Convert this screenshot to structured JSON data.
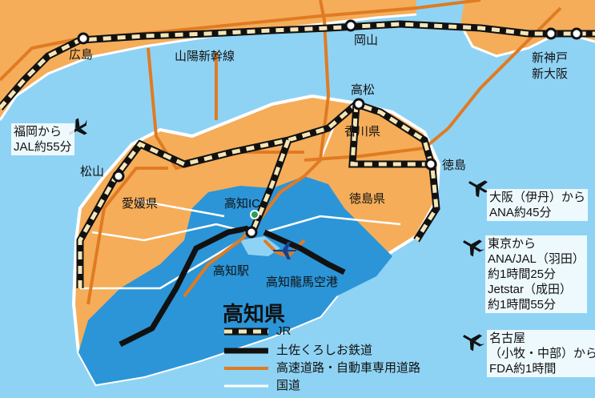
{
  "title": "高知県",
  "colors": {
    "sea": "#8fd3f4",
    "land": "#f5ad5a",
    "kochi": "#2b95d8",
    "highway": "#e07b22",
    "national_road": "#ffffff",
    "tosa_railway": "#111111",
    "jr_dash": "#f5e6b8"
  },
  "labels": {
    "hiroshima": "広島",
    "okayama": "岡山",
    "sanyo": "山陽新幹線",
    "shinkobe": "新神戸",
    "shinosaka": "新大阪",
    "takamatsu": "高松",
    "kagawa": "香川県",
    "tokushima": "徳島",
    "tokushima_pref": "徳島県",
    "matsuyama": "松山",
    "ehime": "愛媛県",
    "kochi_ic": "高知IC",
    "kochi_station": "高知駅",
    "airport": "高知龍馬空港"
  },
  "flights": {
    "fukuoka": [
      "福岡から",
      "JAL約55分"
    ],
    "osaka": [
      "大阪（伊丹）から",
      "ANA約45分"
    ],
    "tokyo": [
      "東京から",
      "ANA/JAL（羽田）",
      "約1時間25分",
      "Jetstar（成田）",
      "約1時間55分"
    ],
    "nagoya": [
      "名古屋",
      "（小牧・中部）から",
      "FDA約1時間"
    ]
  },
  "icons": [
    "plane-icon",
    "station-icon"
  ],
  "legend": [
    {
      "key": "jr",
      "label": "JR"
    },
    {
      "key": "tosa",
      "label": "土佐くろしお鉄道"
    },
    {
      "key": "highway",
      "label": "高速道路・自動車専用道路"
    },
    {
      "key": "national",
      "label": "国道"
    }
  ]
}
